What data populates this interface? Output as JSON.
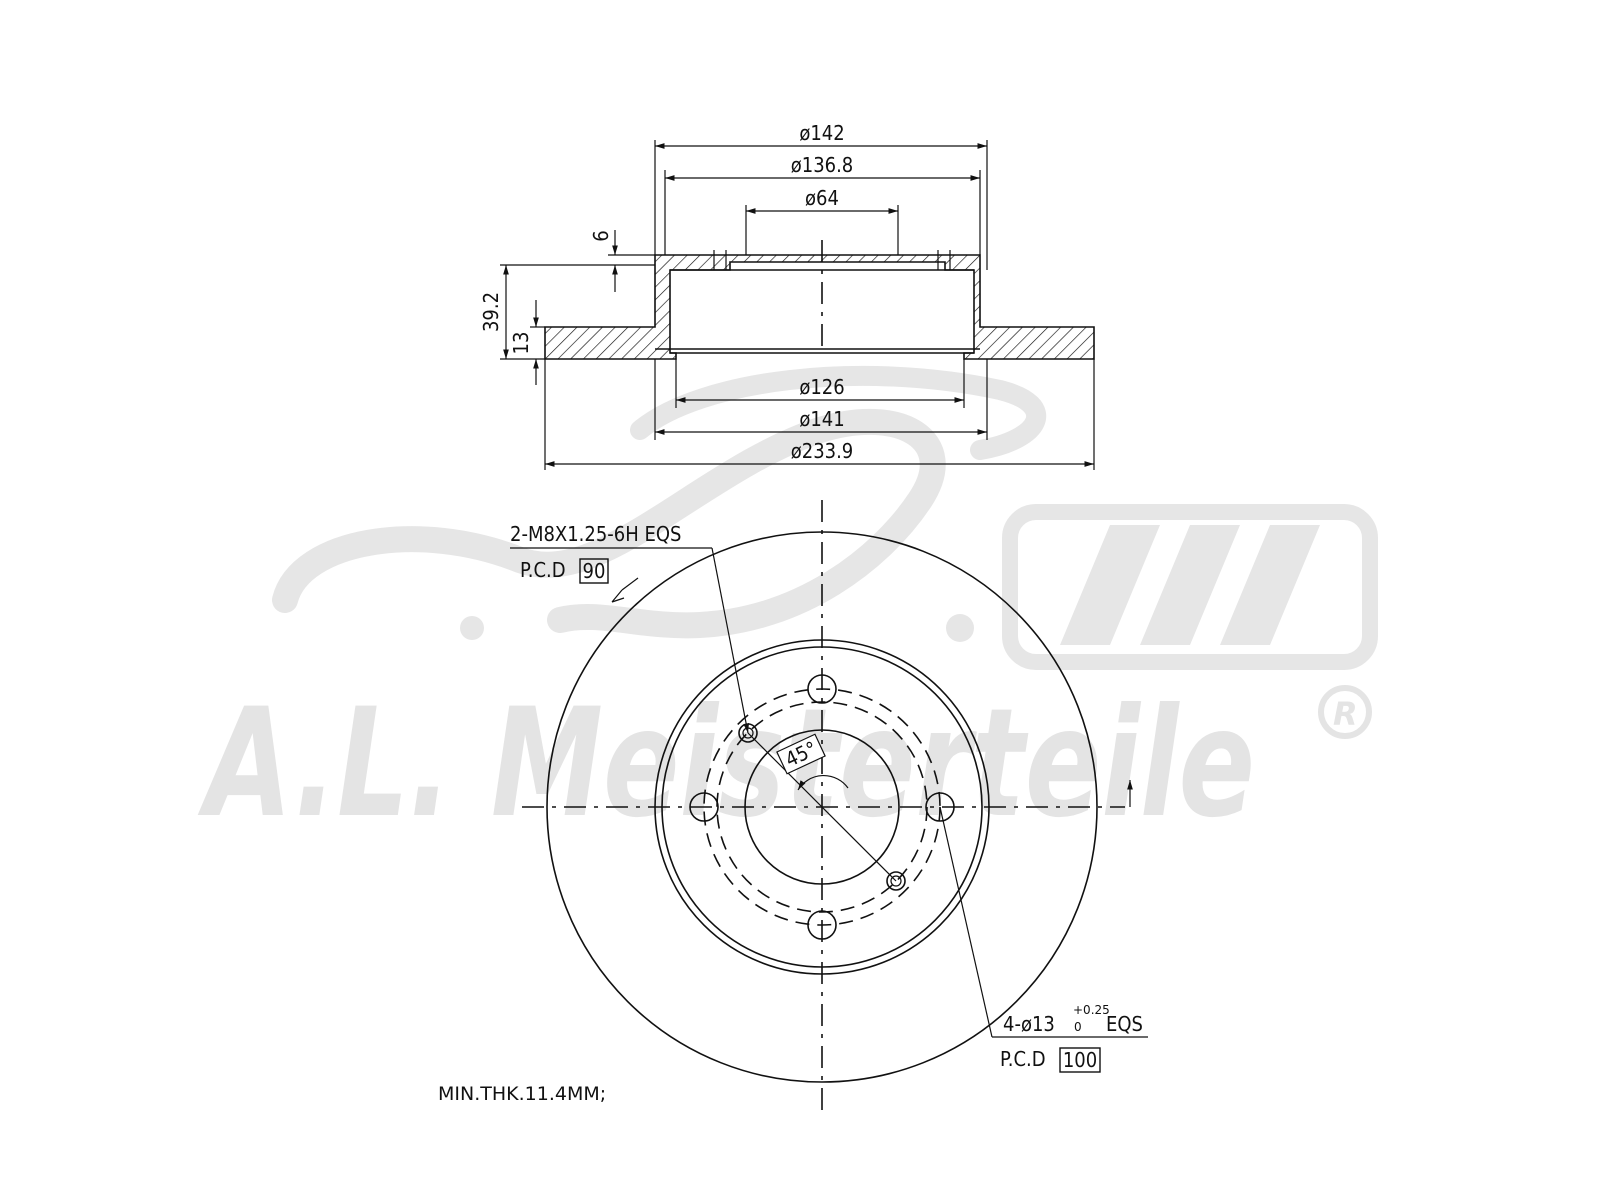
{
  "watermark": {
    "brand": "A.L. Meisterteile",
    "registered_mark": "R",
    "color": "#e4e4e4"
  },
  "section_view": {
    "dimensions": {
      "d142": "ø142",
      "d136_8": "ø136.8",
      "d64": "ø64",
      "h6": "6",
      "h39_2": "39.2",
      "h13": "13",
      "d126": "ø126",
      "d141": "ø141",
      "d233_9": "ø233.9"
    }
  },
  "front_view": {
    "thread_callout": "2-M8X1.25-6H EQS",
    "thread_pcd_label": "P.C.D",
    "thread_pcd_value": "90",
    "angle": "45°",
    "hole_callout_main": "4-ø13",
    "hole_tol_upper": "+0.25",
    "hole_tol_lower": "0",
    "hole_callout_suffix": "EQS",
    "hole_pcd_label": "P.C.D",
    "hole_pcd_value": "100"
  },
  "notes": {
    "min_thickness": "MIN.THK.11.4MM;"
  },
  "colors": {
    "ink": "#111111",
    "background": "#ffffff"
  }
}
